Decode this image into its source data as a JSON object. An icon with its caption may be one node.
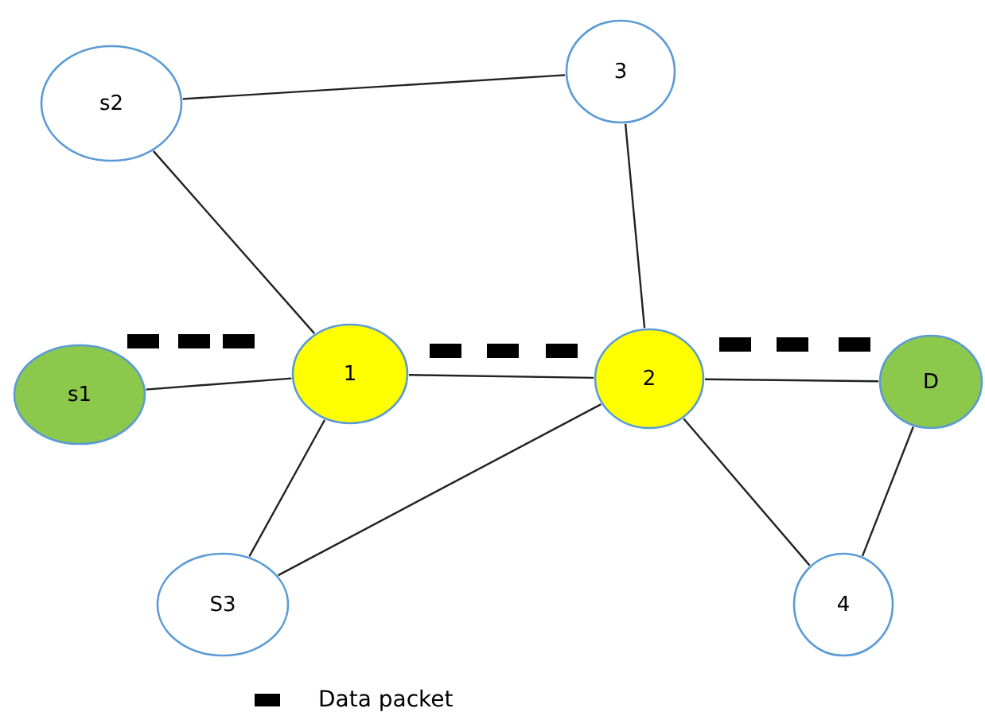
{
  "diagram": {
    "nodes": [
      {
        "text": [
          "s2"
        ]
      },
      {
        "text": [
          "3"
        ]
      },
      {
        "text": [
          "s1"
        ]
      },
      {
        "text": [
          "1"
        ]
      },
      {
        "text": [
          "2"
        ]
      },
      {
        "text": [
          "D"
        ]
      },
      {
        "text": [
          "S3"
        ]
      },
      {
        "text": [
          "4"
        ]
      }
    ],
    "edges": [
      {
        "from": 0,
        "to": 1,
        "arrow": "none"
      },
      {
        "from": 0,
        "to": 3,
        "arrow": "none"
      },
      {
        "from": 1,
        "to": 4,
        "arrow": "none"
      },
      {
        "from": 2,
        "to": 3,
        "arrow": "none"
      },
      {
        "from": 3,
        "to": 4,
        "arrow": "none"
      },
      {
        "from": 4,
        "to": 5,
        "arrow": "none"
      },
      {
        "from": 3,
        "to": 6,
        "arrow": "none"
      },
      {
        "from": 6,
        "to": 4,
        "arrow": "none"
      },
      {
        "from": 4,
        "to": 7,
        "arrow": "none"
      },
      {
        "from": 7,
        "to": 5,
        "arrow": "none"
      }
    ],
    "legend": [
      {
        "text": "Data packet",
        "color": "#000000"
      }
    ]
  }
}
